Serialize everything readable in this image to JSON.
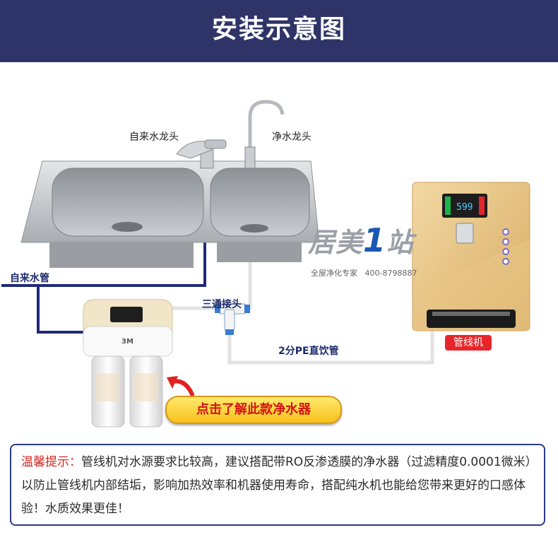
{
  "header": {
    "title": "安装示意图"
  },
  "diagram": {
    "tap_label": "自来水龙头",
    "purified_faucet_label": "净水龙头",
    "tap_pipe_label": "自来水管",
    "tee_label": "三通接头",
    "pe_pipe_label": "2分PE直饮管",
    "dispenser_badge": "管线机",
    "purifier_brand": "3M",
    "cta_label": "点击了解此款净水器",
    "display_value": "599"
  },
  "logo": {
    "name_prefix": "居美",
    "name_one": "1",
    "name_suffix": "站",
    "tagline": "全屋净化专家",
    "phone": "400-8798887"
  },
  "tip": {
    "prefix": "温馨提示：",
    "body": "管线机对水源要求比较高，建议搭配带RO反渗透膜的净水器（过滤精度0.0001微米）以防止管线机内部结垢，影响加热效率和机器使用寿命，搭配纯水机也能给您带来更好的口感体验！水质效果更佳！"
  },
  "colors": {
    "header_bg": "#2f3468",
    "pipe_blue": "#1f2a7a",
    "cta_red": "#d21414",
    "badge_red": "#e7262b"
  }
}
